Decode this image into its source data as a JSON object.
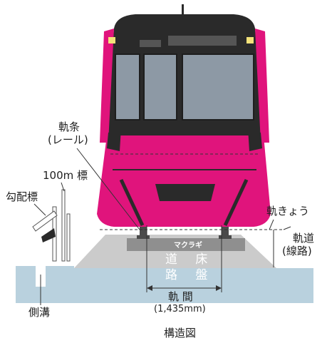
{
  "labels": {
    "rail": "軌条",
    "rail_sub": "(レール)",
    "marker_100m": "100m 標",
    "gradient_marker": "勾配標",
    "track_structure": "軌きょう",
    "track": "軌道",
    "track_sub": "(線路)",
    "sleeper": "マクラギ",
    "roadbed_1": "道 床",
    "roadbed_2": "路 盤",
    "gauge": "軌 間",
    "gauge_value": "(1,435mm)",
    "side_ditch": "側溝",
    "caption": "構造図"
  },
  "colors": {
    "train_pink": "#e0147c",
    "train_dark": "#2a2a2a",
    "window_gray": "#8d99a5",
    "ground_blue": "#b9d1de",
    "ballast_gray": "#cbcbcb",
    "sleeper_gray": "#8f8f8f",
    "line_dark": "#333333"
  }
}
